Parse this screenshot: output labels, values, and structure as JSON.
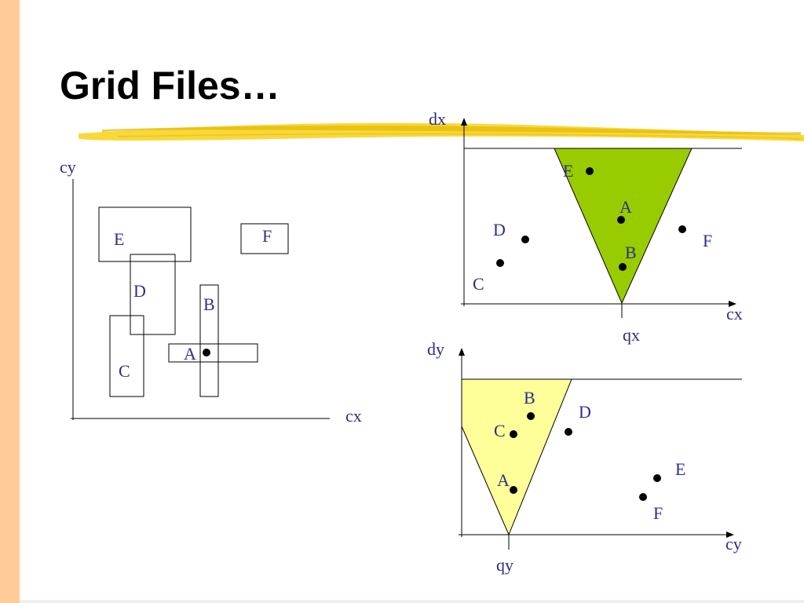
{
  "slide": {
    "title": "Grid Files…",
    "colors": {
      "side_bar": "#ffcc99",
      "highlight_stroke": "#f2c200",
      "green_triangle": "#99cc00",
      "yellow_triangle": "#ffff99",
      "label_text": "#2e2e8a"
    }
  },
  "left_diagram": {
    "x_axis_label": "cx",
    "y_axis_label": "cy",
    "rectangles": [
      {
        "label": "E"
      },
      {
        "label": "F"
      },
      {
        "label": "D"
      },
      {
        "label": "B"
      },
      {
        "label": "A"
      },
      {
        "label": "C"
      }
    ]
  },
  "top_right_diagram": {
    "x_axis_label": "cx",
    "y_axis_label": "dx",
    "query_label": "qx",
    "points": [
      {
        "label": "E"
      },
      {
        "label": "A"
      },
      {
        "label": "D"
      },
      {
        "label": "F"
      },
      {
        "label": "B"
      },
      {
        "label": "C"
      }
    ]
  },
  "bottom_right_diagram": {
    "x_axis_label": "cy",
    "y_axis_label": "dy",
    "query_label": "qy",
    "points": [
      {
        "label": "B"
      },
      {
        "label": "D"
      },
      {
        "label": "C"
      },
      {
        "label": "E"
      },
      {
        "label": "A"
      },
      {
        "label": "F"
      }
    ]
  }
}
